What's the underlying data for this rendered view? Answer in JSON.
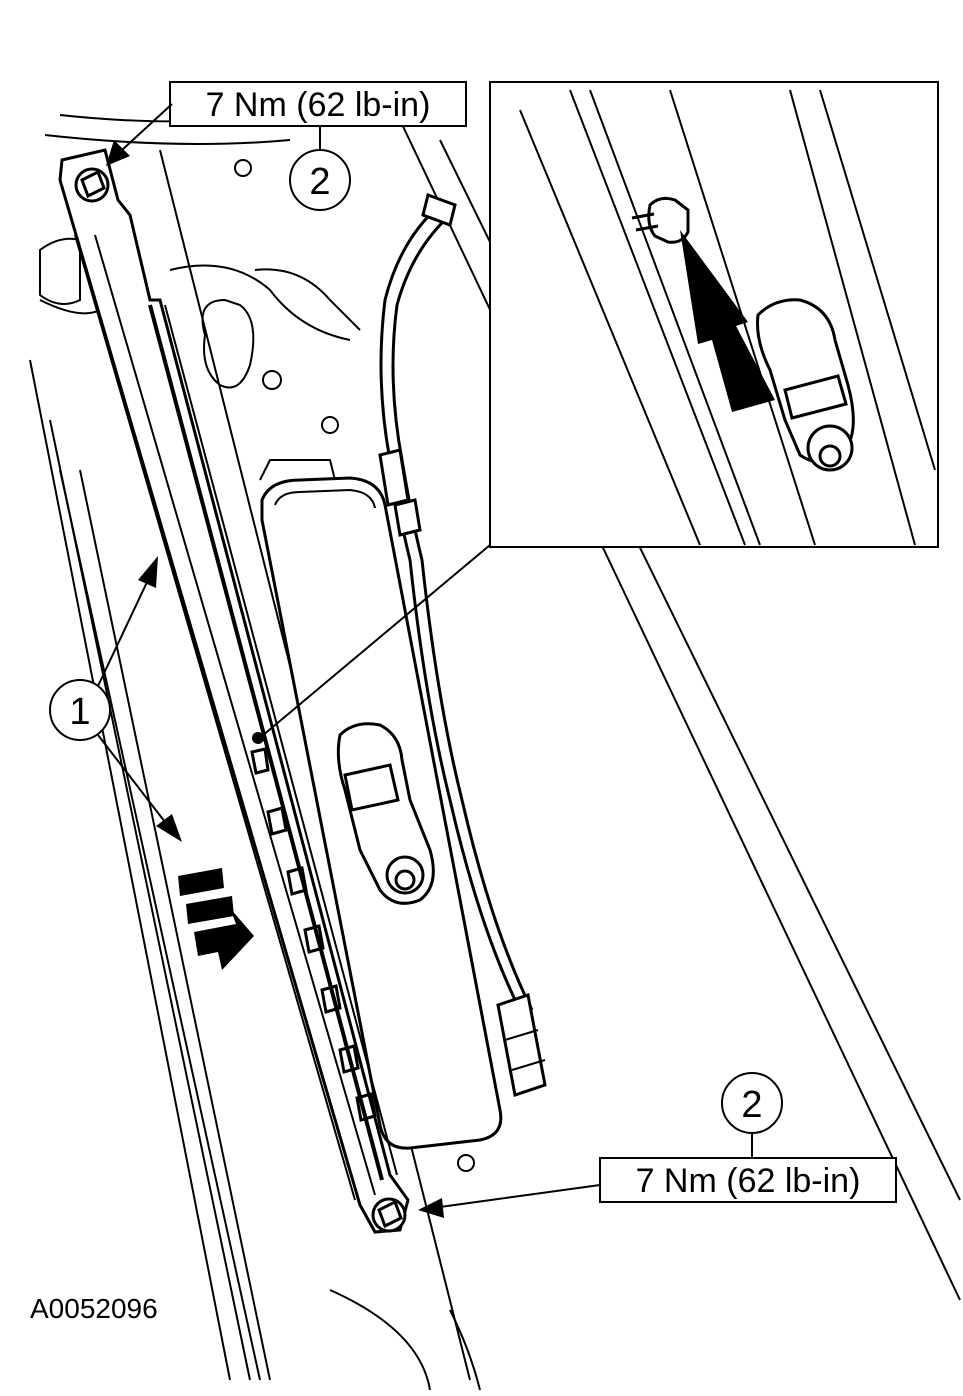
{
  "torque_top": {
    "callout": "2",
    "value": "7 Nm (62 lb-in)"
  },
  "torque_bottom": {
    "callout": "2",
    "value": "7 Nm (62 lb-in)"
  },
  "part_callout": "1",
  "figure_id": "A0052096",
  "colors": {
    "ink": "#000000",
    "paper": "#ffffff"
  }
}
